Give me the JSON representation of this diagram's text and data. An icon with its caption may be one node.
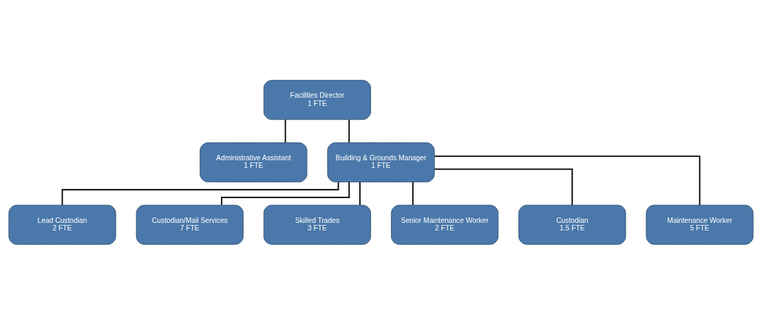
{
  "diagram": {
    "nodes": [
      {
        "text": [
          "Facilities Director",
          "1 FTE"
        ]
      },
      {
        "text": [
          "Administrative Assistant",
          "1 FTE"
        ]
      },
      {
        "text": [
          "Building & Grounds Manager",
          "1 FTE"
        ]
      },
      {
        "text": [
          "Lead Custodian",
          "2 FTE"
        ]
      },
      {
        "text": [
          "Custodian/Mail Services",
          "7 FTE"
        ]
      },
      {
        "text": [
          "Skilled Trades",
          "3 FTE"
        ]
      },
      {
        "text": [
          "Senior Maintenance Worker",
          "2 FTE"
        ]
      },
      {
        "text": [
          "Custodian",
          "1.5 FTE"
        ]
      },
      {
        "text": [
          "Maintenance Worker",
          "5 FTE"
        ]
      }
    ],
    "edges": [
      {
        "from": 0,
        "to": 1,
        "arrow": "none"
      },
      {
        "from": 0,
        "to": 2,
        "arrow": "none"
      },
      {
        "from": 2,
        "to": 3,
        "arrow": "none"
      },
      {
        "from": 2,
        "to": 4,
        "arrow": "none"
      },
      {
        "from": 2,
        "to": 5,
        "arrow": "none"
      },
      {
        "from": 2,
        "to": 6,
        "arrow": "none"
      },
      {
        "from": 2,
        "to": 7,
        "arrow": "none"
      },
      {
        "from": 2,
        "to": 8,
        "arrow": "none"
      }
    ]
  }
}
